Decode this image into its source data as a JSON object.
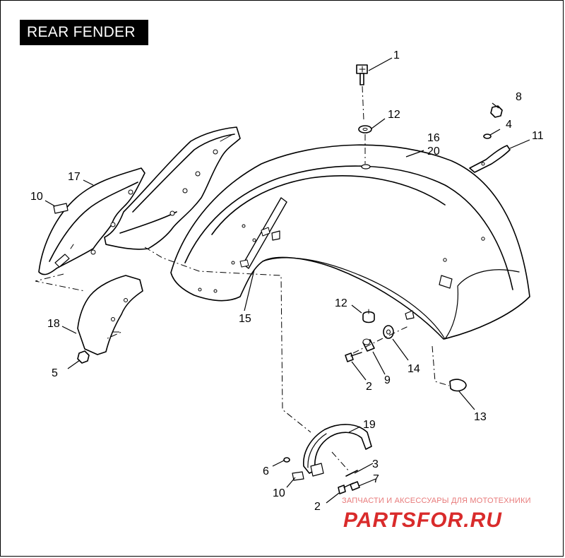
{
  "title": "REAR FENDER",
  "callouts": {
    "c1": "1",
    "c12a": "12",
    "c16": "16",
    "c20": "20",
    "c8": "8",
    "c4": "4",
    "c11": "11",
    "c17": "17",
    "c10a": "10",
    "c15": "15",
    "c12b": "12",
    "c18": "18",
    "c14": "14",
    "c9": "9",
    "c2a": "2",
    "c5": "5",
    "c13": "13",
    "c19": "19",
    "c3": "3",
    "c6": "6",
    "c7": "7",
    "c10b": "10",
    "c2b": "2"
  },
  "watermark": {
    "caption": "ЗАПЧАСТИ И АКСЕССУАРЫ ДЛЯ МОТОТЕХНИКИ",
    "logo": "PARTSFOR.RU"
  },
  "colors": {
    "line": "#000000",
    "fill": "#ffffff",
    "watermark": "#d92b2b"
  }
}
